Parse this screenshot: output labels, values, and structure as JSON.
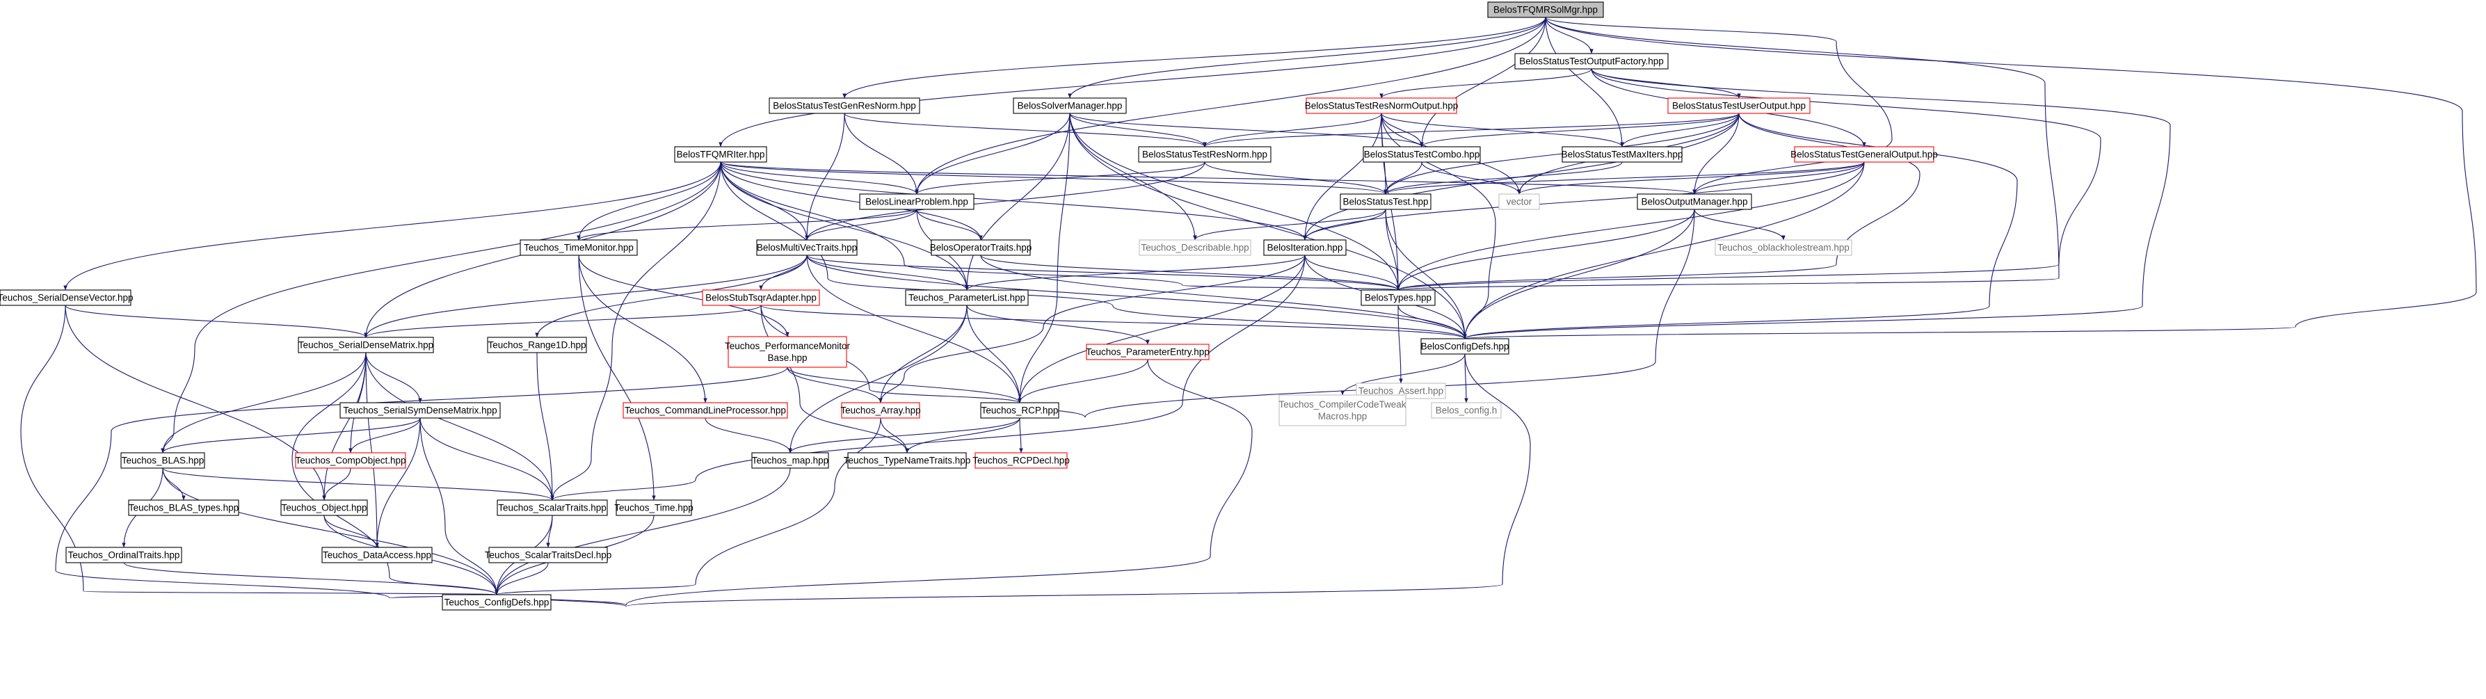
{
  "diagram": {
    "title": "BelosTFQMRSolMgr.hpp",
    "colors": {
      "edge": "#191970",
      "node_border": "#000000",
      "root_fill": "#bfbfbf",
      "partial_border": "#ff0000",
      "external_border": "#bfbfbf",
      "external_text": "#6e6e6e",
      "text": "#000000"
    },
    "nodes": [
      {
        "id": "root",
        "label": "BelosTFQMRSolMgr.hpp",
        "style": "root"
      },
      {
        "id": "outfac",
        "label": "BelosStatusTestOutputFactory.hpp",
        "style": "normal"
      },
      {
        "id": "genres",
        "label": "BelosStatusTestGenResNorm.hpp",
        "style": "normal"
      },
      {
        "id": "solvermgr",
        "label": "BelosSolverManager.hpp",
        "style": "normal"
      },
      {
        "id": "resnormout",
        "label": "BelosStatusTestResNormOutput.hpp",
        "style": "partial"
      },
      {
        "id": "userout",
        "label": "BelosStatusTestUserOutput.hpp",
        "style": "partial"
      },
      {
        "id": "tfqmriter",
        "label": "BelosTFQMRIter.hpp",
        "style": "normal"
      },
      {
        "id": "resnorm",
        "label": "BelosStatusTestResNorm.hpp",
        "style": "normal"
      },
      {
        "id": "combo",
        "label": "BelosStatusTestCombo.hpp",
        "style": "normal"
      },
      {
        "id": "maxiters",
        "label": "BelosStatusTestMaxIters.hpp",
        "style": "normal"
      },
      {
        "id": "generalout",
        "label": "BelosStatusTestGeneralOutput.hpp",
        "style": "partial"
      },
      {
        "id": "linprob",
        "label": "BelosLinearProblem.hpp",
        "style": "normal"
      },
      {
        "id": "statustest",
        "label": "BelosStatusTest.hpp",
        "style": "normal"
      },
      {
        "id": "vector",
        "label": "vector",
        "style": "external"
      },
      {
        "id": "outmgr",
        "label": "BelosOutputManager.hpp",
        "style": "normal"
      },
      {
        "id": "timemon",
        "label": "Teuchos_TimeMonitor.hpp",
        "style": "normal"
      },
      {
        "id": "multivec",
        "label": "BelosMultiVecTraits.hpp",
        "style": "normal"
      },
      {
        "id": "optraits",
        "label": "BelosOperatorTraits.hpp",
        "style": "normal"
      },
      {
        "id": "describable",
        "label": "Teuchos_Describable.hpp",
        "style": "external"
      },
      {
        "id": "iteration",
        "label": "BelosIteration.hpp",
        "style": "normal"
      },
      {
        "id": "oblack",
        "label": "Teuchos_oblackholestream.hpp",
        "style": "external"
      },
      {
        "id": "sdv",
        "label": "Teuchos_SerialDenseVector.hpp",
        "style": "normal"
      },
      {
        "id": "stubtsqr",
        "label": "BelosStubTsqrAdapter.hpp",
        "style": "partial"
      },
      {
        "id": "paramlist",
        "label": "Teuchos_ParameterList.hpp",
        "style": "normal"
      },
      {
        "id": "belostypes",
        "label": "BelosTypes.hpp",
        "style": "normal"
      },
      {
        "id": "sdm",
        "label": "Teuchos_SerialDenseMatrix.hpp",
        "style": "normal"
      },
      {
        "id": "range1d",
        "label": "Teuchos_Range1D.hpp",
        "style": "normal"
      },
      {
        "id": "perfmon",
        "label": [
          "Teuchos_PerformanceMonitor",
          "Base.hpp"
        ],
        "style": "partial"
      },
      {
        "id": "paramentry",
        "label": "Teuchos_ParameterEntry.hpp",
        "style": "partial"
      },
      {
        "id": "belosconfig",
        "label": "BelosConfigDefs.hpp",
        "style": "normal"
      },
      {
        "id": "assert",
        "label": "Teuchos_Assert.hpp",
        "style": "external"
      },
      {
        "id": "cmdline",
        "label": "Teuchos_CommandLineProcessor.hpp",
        "style": "partial"
      },
      {
        "id": "ssdm",
        "label": "Teuchos_SerialSymDenseMatrix.hpp",
        "style": "normal"
      },
      {
        "id": "array",
        "label": "Teuchos_Array.hpp",
        "style": "partial"
      },
      {
        "id": "rcp",
        "label": "Teuchos_RCP.hpp",
        "style": "normal"
      },
      {
        "id": "cctweak",
        "label": [
          "Teuchos_CompilerCodeTweak",
          "Macros.hpp"
        ],
        "style": "external"
      },
      {
        "id": "belosconfigh",
        "label": "Belos_config.h",
        "style": "external"
      },
      {
        "id": "blas",
        "label": "Teuchos_BLAS.hpp",
        "style": "normal"
      },
      {
        "id": "compobj",
        "label": "Teuchos_CompObject.hpp",
        "style": "partial"
      },
      {
        "id": "map",
        "label": "Teuchos_map.hpp",
        "style": "normal"
      },
      {
        "id": "typename",
        "label": "Teuchos_TypeNameTraits.hpp",
        "style": "normal"
      },
      {
        "id": "rcpdecl",
        "label": "Teuchos_RCPDecl.hpp",
        "style": "partial"
      },
      {
        "id": "blastypes",
        "label": "Teuchos_BLAS_types.hpp",
        "style": "normal"
      },
      {
        "id": "object",
        "label": "Teuchos_Object.hpp",
        "style": "normal"
      },
      {
        "id": "scalartraits",
        "label": "Teuchos_ScalarTraits.hpp",
        "style": "normal"
      },
      {
        "id": "time",
        "label": "Teuchos_Time.hpp",
        "style": "normal"
      },
      {
        "id": "ordinal",
        "label": "Teuchos_OrdinalTraits.hpp",
        "style": "normal"
      },
      {
        "id": "dataaccess",
        "label": "Teuchos_DataAccess.hpp",
        "style": "normal"
      },
      {
        "id": "stdecl",
        "label": "Teuchos_ScalarTraitsDecl.hpp",
        "style": "normal"
      },
      {
        "id": "teuchosconfig",
        "label": "Teuchos_ConfigDefs.hpp",
        "style": "normal"
      }
    ],
    "edges": [
      [
        "root",
        "outfac"
      ],
      [
        "root",
        "genres"
      ],
      [
        "root",
        "solvermgr"
      ],
      [
        "root",
        "tfqmriter"
      ],
      [
        "root",
        "combo"
      ],
      [
        "root",
        "maxiters"
      ],
      [
        "root",
        "linprob"
      ],
      [
        "root",
        "belostypes"
      ],
      [
        "root",
        "belosconfig"
      ],
      [
        "root",
        "outmgr"
      ],
      [
        "outfac",
        "resnormout"
      ],
      [
        "outfac",
        "userout"
      ],
      [
        "outfac",
        "generalout"
      ],
      [
        "outfac",
        "belostypes"
      ],
      [
        "outfac",
        "belosconfig"
      ],
      [
        "genres",
        "resnorm"
      ],
      [
        "genres",
        "linprob"
      ],
      [
        "genres",
        "multivec"
      ],
      [
        "solvermgr",
        "linprob"
      ],
      [
        "solvermgr",
        "resnorm"
      ],
      [
        "solvermgr",
        "paramlist"
      ],
      [
        "solvermgr",
        "belostypes"
      ],
      [
        "solvermgr",
        "rcp"
      ],
      [
        "solvermgr",
        "belosconfig"
      ],
      [
        "solvermgr",
        "describable"
      ],
      [
        "solvermgr",
        "combo"
      ],
      [
        "resnormout",
        "resnorm"
      ],
      [
        "resnormout",
        "combo"
      ],
      [
        "resnormout",
        "maxiters"
      ],
      [
        "resnormout",
        "statustest"
      ],
      [
        "resnormout",
        "belostypes"
      ],
      [
        "resnormout",
        "vector"
      ],
      [
        "resnormout",
        "belosconfig"
      ],
      [
        "resnormout",
        "iteration"
      ],
      [
        "userout",
        "resnorm"
      ],
      [
        "userout",
        "combo"
      ],
      [
        "userout",
        "maxiters"
      ],
      [
        "userout",
        "statustest"
      ],
      [
        "userout",
        "belostypes"
      ],
      [
        "userout",
        "vector"
      ],
      [
        "userout",
        "outmgr"
      ],
      [
        "userout",
        "iteration"
      ],
      [
        "userout",
        "belosconfig"
      ],
      [
        "tfqmriter",
        "linprob"
      ],
      [
        "tfqmriter",
        "multivec"
      ],
      [
        "tfqmriter",
        "optraits"
      ],
      [
        "tfqmriter",
        "statustest"
      ],
      [
        "tfqmriter",
        "iteration"
      ],
      [
        "tfqmriter",
        "outmgr"
      ],
      [
        "tfqmriter",
        "timemon"
      ],
      [
        "tfqmriter",
        "sdv"
      ],
      [
        "tfqmriter",
        "sdm"
      ],
      [
        "tfqmriter",
        "blas"
      ],
      [
        "tfqmriter",
        "scalartraits"
      ],
      [
        "tfqmriter",
        "belostypes"
      ],
      [
        "tfqmriter",
        "belosconfig"
      ],
      [
        "tfqmriter",
        "paramlist"
      ],
      [
        "resnorm",
        "statustest"
      ],
      [
        "resnorm",
        "linprob"
      ],
      [
        "resnorm",
        "multivec"
      ],
      [
        "combo",
        "statustest"
      ],
      [
        "combo",
        "vector"
      ],
      [
        "maxiters",
        "statustest"
      ],
      [
        "generalout",
        "statustest"
      ],
      [
        "generalout",
        "outmgr"
      ],
      [
        "generalout",
        "belostypes"
      ],
      [
        "generalout",
        "iteration"
      ],
      [
        "generalout",
        "belosconfig"
      ],
      [
        "generalout",
        "vector"
      ],
      [
        "linprob",
        "multivec"
      ],
      [
        "linprob",
        "optraits"
      ],
      [
        "linprob",
        "paramlist"
      ],
      [
        "linprob",
        "timemon"
      ],
      [
        "statustest",
        "belostypes"
      ],
      [
        "statustest",
        "iteration"
      ],
      [
        "statustest",
        "describable"
      ],
      [
        "statustest",
        "belosconfig"
      ],
      [
        "outmgr",
        "belostypes"
      ],
      [
        "outmgr",
        "oblack"
      ],
      [
        "outmgr",
        "belosconfig"
      ],
      [
        "outmgr",
        "rcp"
      ],
      [
        "timemon",
        "perfmon"
      ],
      [
        "timemon",
        "time"
      ],
      [
        "timemon",
        "cmdline"
      ],
      [
        "multivec",
        "stubtsqr"
      ],
      [
        "multivec",
        "paramlist"
      ],
      [
        "multivec",
        "range1d"
      ],
      [
        "multivec",
        "sdm"
      ],
      [
        "multivec",
        "rcp"
      ],
      [
        "multivec",
        "belostypes"
      ],
      [
        "multivec",
        "belosconfig"
      ],
      [
        "optraits",
        "belostypes"
      ],
      [
        "optraits",
        "belosconfig"
      ],
      [
        "iteration",
        "belostypes"
      ],
      [
        "iteration",
        "paramlist"
      ],
      [
        "iteration",
        "array"
      ],
      [
        "iteration",
        "rcp"
      ],
      [
        "iteration",
        "belosconfig"
      ],
      [
        "iteration",
        "scalartraits"
      ],
      [
        "sdv",
        "sdm"
      ],
      [
        "sdv",
        "object"
      ],
      [
        "sdv",
        "teuchosconfig"
      ],
      [
        "stubtsqr",
        "sdm"
      ],
      [
        "stubtsqr",
        "typename"
      ],
      [
        "stubtsqr",
        "rcp"
      ],
      [
        "stubtsqr",
        "belosconfig"
      ],
      [
        "paramlist",
        "paramentry"
      ],
      [
        "paramlist",
        "array"
      ],
      [
        "paramlist",
        "rcp"
      ],
      [
        "paramlist",
        "map"
      ],
      [
        "belostypes",
        "belosconfig"
      ],
      [
        "belostypes",
        "assert"
      ],
      [
        "sdm",
        "ssdm"
      ],
      [
        "sdm",
        "blas"
      ],
      [
        "sdm",
        "compobj"
      ],
      [
        "sdm",
        "scalartraits"
      ],
      [
        "sdm",
        "dataaccess"
      ],
      [
        "sdm",
        "object"
      ],
      [
        "sdm",
        "teuchosconfig"
      ],
      [
        "range1d",
        "scalartraits"
      ],
      [
        "perfmon",
        "array"
      ],
      [
        "perfmon",
        "rcp"
      ],
      [
        "perfmon",
        "teuchosconfig"
      ],
      [
        "paramentry",
        "rcp"
      ],
      [
        "paramentry",
        "teuchosconfig"
      ],
      [
        "belosconfig",
        "cctweak"
      ],
      [
        "belosconfig",
        "belosconfigh"
      ],
      [
        "belosconfig",
        "teuchosconfig"
      ],
      [
        "cmdline",
        "map"
      ],
      [
        "ssdm",
        "blas"
      ],
      [
        "ssdm",
        "compobj"
      ],
      [
        "ssdm",
        "scalartraits"
      ],
      [
        "ssdm",
        "dataaccess"
      ],
      [
        "ssdm",
        "teuchosconfig"
      ],
      [
        "array",
        "typename"
      ],
      [
        "array",
        "teuchosconfig"
      ],
      [
        "rcp",
        "map"
      ],
      [
        "rcp",
        "typename"
      ],
      [
        "rcp",
        "rcpdecl"
      ],
      [
        "blas",
        "blastypes"
      ],
      [
        "blas",
        "ordinal"
      ],
      [
        "blas",
        "scalartraits"
      ],
      [
        "blas",
        "teuchosconfig"
      ],
      [
        "compobj",
        "object"
      ],
      [
        "map",
        "teuchosconfig"
      ],
      [
        "object",
        "dataaccess"
      ],
      [
        "object",
        "teuchosconfig"
      ],
      [
        "scalartraits",
        "stdecl"
      ],
      [
        "scalartraits",
        "teuchosconfig"
      ],
      [
        "time",
        "teuchosconfig"
      ],
      [
        "ordinal",
        "teuchosconfig"
      ],
      [
        "stdecl",
        "teuchosconfig"
      ]
    ]
  }
}
